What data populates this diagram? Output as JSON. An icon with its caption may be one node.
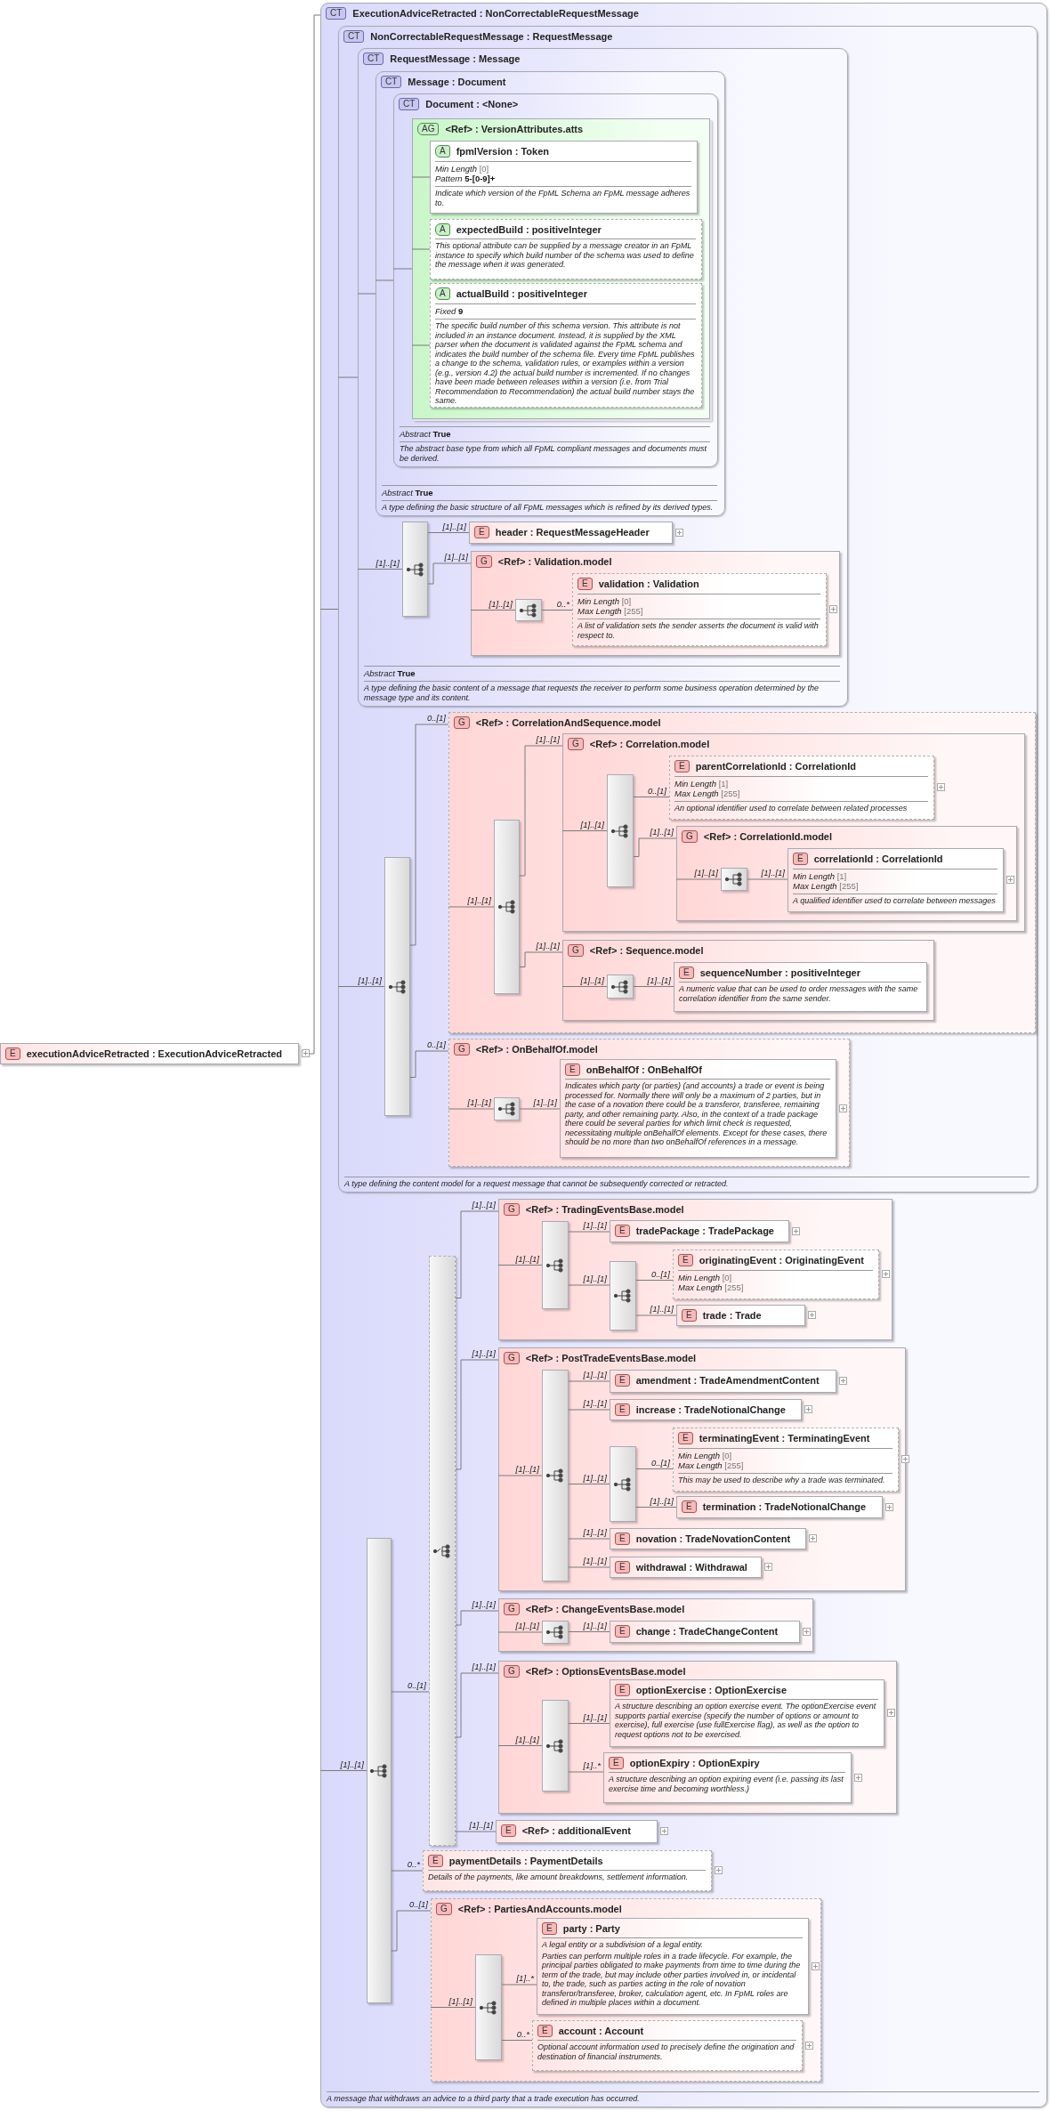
{
  "diagram": {
    "nodes": [
      {
        "text": [
          "E",
          "executionAdviceRetracted : ExecutionAdviceRetracted"
        ]
      },
      {
        "text": [
          "CT",
          "ExecutionAdviceRetracted : NonCorrectableRequestMessage",
          "A message that withdraws an advice to a third party that a trade execution has occurred."
        ]
      },
      {
        "text": [
          "CT",
          "NonCorrectableRequestMessage : RequestMessage",
          "A type defining the content model for a request message that cannot be subsequently corrected or retracted."
        ],
        "in": 1
      },
      {
        "text": [
          "CT",
          "RequestMessage : Message",
          "*Abstract* **True**",
          "A type defining the basic content of a message that requests the receiver to perform some business operation determined by the message type and its content."
        ],
        "in": 2
      },
      {
        "text": [
          "CT",
          "Message : Document",
          "*Abstract* **True**",
          "A type defining the basic structure of all FpML messages which is refined by its derived types."
        ],
        "in": 3
      },
      {
        "text": [
          "CT",
          "Document : <None>",
          "*Abstract* **True**",
          "The abstract base type from which all FpML compliant messages and documents must be derived."
        ],
        "in": 4
      },
      {
        "text": [
          "AG",
          "<Ref> : VersionAttributes.atts"
        ],
        "in": 5
      },
      {
        "text": [
          "A",
          "fpmlVersion : Token",
          "*Min Length* [0]",
          "*Pattern* **5-[0-9]+**",
          "Indicate which version of the FpML Schema an FpML message adheres to."
        ],
        "in": 6
      },
      {
        "text": [
          "A",
          "expectedBuild : positiveInteger",
          "This optional attribute can be supplied by a message creator in an FpML instance to specify which build number of the schema was used to define the message when it was generated."
        ],
        "in": 6
      },
      {
        "text": [
          "A",
          "actualBuild : positiveInteger",
          "*Fixed* **9**",
          "The specific build number of this schema version. This attribute is not included in an instance document. Instead, it is supplied by the XML parser when the document is validated against the FpML schema and indicates the build number of the schema file. Every time FpML publishes a change to the schema, validation rules, or examples within a version (e.g., version 4.2) the actual build number is incremented. If no changes have been made between releases within a version (i.e. from Trial Recommendation to Recommendation) the actual build number stays the same."
        ],
        "in": 6
      },
      {
        "text": [],
        "shape": "box",
        "in": 3
      },
      {
        "text": [
          "E",
          "header : RequestMessageHeader"
        ],
        "in": 3
      },
      {
        "text": [
          "G",
          "<Ref> : Validation.model"
        ],
        "in": 3
      },
      {
        "text": [],
        "shape": "box",
        "in": 12
      },
      {
        "text": [
          "E",
          "validation : Validation",
          "*Min Length* [0]",
          "*Max Length* [255]",
          "A list of validation sets the sender asserts the document is valid with respect to."
        ],
        "in": 12
      },
      {
        "text": [],
        "shape": "box",
        "in": 2
      },
      {
        "text": [
          "G",
          "<Ref> : CorrelationAndSequence.model"
        ],
        "in": 2
      },
      {
        "text": [],
        "shape": "box",
        "in": 16
      },
      {
        "text": [
          "G",
          "<Ref> : Correlation.model"
        ],
        "in": 16
      },
      {
        "text": [],
        "shape": "box",
        "in": 18
      },
      {
        "text": [
          "E",
          "parentCorrelationId : CorrelationId",
          "*Min Length* [1]",
          "*Max Length* [255]",
          "An optional identifier used to correlate between related processes"
        ],
        "in": 18
      },
      {
        "text": [
          "G",
          "<Ref> : CorrelationId.model"
        ],
        "in": 18
      },
      {
        "text": [],
        "shape": "box",
        "in": 21
      },
      {
        "text": [
          "E",
          "correlationId : CorrelationId",
          "*Min Length* [1]",
          "*Max Length* [255]",
          "A qualified identifier used to correlate between messages"
        ],
        "in": 21
      },
      {
        "text": [
          "G",
          "<Ref> : Sequence.model"
        ],
        "in": 16
      },
      {
        "text": [],
        "shape": "box",
        "in": 24
      },
      {
        "text": [
          "E",
          "sequenceNumber : positiveInteger",
          "A numeric value that can be used to order messages with the same correlation identifier from the same sender."
        ],
        "in": 24
      },
      {
        "text": [
          "G",
          "<Ref> : OnBehalfOf.model"
        ],
        "in": 2
      },
      {
        "text": [],
        "shape": "box",
        "in": 27
      },
      {
        "text": [
          "E",
          "onBehalfOf : OnBehalfOf",
          "Indicates which party (or parties) (and accounts) a trade or event is being processed for. Normally there will only be a maximum of 2 parties, but in the case of a novation there could be a transferor, transferee, remaining party, and other remaining party. Also, in the context of a trade package there could be several parties for which limit check is requested, necessitating multiple onBehalfOf elements. Except for these cases, there should be no more than two onBehalfOf references in a message."
        ],
        "in": 27
      },
      {
        "text": [],
        "shape": "box",
        "in": 1
      },
      {
        "text": [],
        "shape": "box",
        "in": 1
      },
      {
        "text": [
          "G",
          "<Ref> : TradingEventsBase.model"
        ],
        "in": 1
      },
      {
        "text": [],
        "shape": "box",
        "in": 32
      },
      {
        "text": [
          "E",
          "tradePackage : TradePackage"
        ],
        "in": 32
      },
      {
        "text": [],
        "shape": "box",
        "in": 32
      },
      {
        "text": [
          "E",
          "originatingEvent : OriginatingEvent",
          "*Min Length* [0]",
          "*Max Length* [255]"
        ],
        "in": 32
      },
      {
        "text": [
          "E",
          "trade : Trade"
        ],
        "in": 32
      },
      {
        "text": [
          "G",
          "<Ref> : PostTradeEventsBase.model"
        ],
        "in": 1
      },
      {
        "text": [],
        "shape": "box",
        "in": 38
      },
      {
        "text": [
          "E",
          "amendment : TradeAmendmentContent"
        ],
        "in": 38
      },
      {
        "text": [
          "E",
          "increase : TradeNotionalChange"
        ],
        "in": 38
      },
      {
        "text": [],
        "shape": "box",
        "in": 38
      },
      {
        "text": [
          "E",
          "terminatingEvent : TerminatingEvent",
          "*Min Length* [0]",
          "*Max Length* [255]",
          "This may be used to describe why a trade was terminated."
        ],
        "in": 38
      },
      {
        "text": [
          "E",
          "termination : TradeNotionalChange"
        ],
        "in": 38
      },
      {
        "text": [
          "E",
          "novation : TradeNovationContent"
        ],
        "in": 38
      },
      {
        "text": [
          "E",
          "withdrawal : Withdrawal"
        ],
        "in": 38
      },
      {
        "text": [
          "G",
          "<Ref> : ChangeEventsBase.model"
        ],
        "in": 1
      },
      {
        "text": [],
        "shape": "box",
        "in": 47
      },
      {
        "text": [
          "E",
          "change : TradeChangeContent"
        ],
        "in": 47
      },
      {
        "text": [
          "G",
          "<Ref> : OptionsEventsBase.model"
        ],
        "in": 1
      },
      {
        "text": [],
        "shape": "box",
        "in": 50
      },
      {
        "text": [
          "E",
          "optionExercise : OptionExercise",
          "A structure describing an option exercise event. The optionExercise event supports partial exercise (specify the number of options or amount to exercise), full exercise (use fullExercise flag), as well as the option to request options not to be exercised."
        ],
        "in": 50
      },
      {
        "text": [
          "E",
          "optionExpiry : OptionExpiry",
          "A structure describing an option expiring event (i.e. passing its last exercise time and becoming worthless.)"
        ],
        "in": 50
      },
      {
        "text": [
          "E",
          "<Ref> : additionalEvent"
        ],
        "in": 1
      },
      {
        "text": [
          "E",
          "paymentDetails : PaymentDetails",
          "Details of the payments, like amount breakdowns, settlement information."
        ],
        "in": 1
      },
      {
        "text": [
          "G",
          "<Ref> : PartiesAndAccounts.model"
        ],
        "in": 1
      },
      {
        "text": [],
        "shape": "box",
        "in": 56
      },
      {
        "text": [
          "E",
          "party : Party",
          "A legal entity or a subdivision of a legal entity.",
          "Parties can perform multiple roles in a trade lifecycle. For example, the principal parties obligated to make payments from time to time during the term of the trade, but may include other parties involved in, or incidental to, the trade, such as parties acting in the role of novation transferor/transferee, broker, calculation agent, etc. In FpML roles are defined in multiple places within a document."
        ],
        "in": 56
      },
      {
        "text": [
          "E",
          "account : Account",
          "Optional account information used to precisely define the origination and destination of financial instruments."
        ],
        "in": 56
      }
    ],
    "edges": [
      {
        "from": 0,
        "to": 1,
        "arrow": "none"
      },
      {
        "from": 1,
        "to": 2,
        "arrow": "none"
      },
      {
        "from": 2,
        "to": 3,
        "arrow": "none"
      },
      {
        "from": 3,
        "to": 4,
        "arrow": "none"
      },
      {
        "from": 4,
        "to": 5,
        "arrow": "none"
      },
      {
        "from": 5,
        "to": 6,
        "arrow": "none"
      },
      {
        "from": 6,
        "to": 7,
        "arrow": "none"
      },
      {
        "from": 6,
        "to": 8,
        "arrow": "none"
      },
      {
        "from": 6,
        "to": 9,
        "arrow": "none"
      },
      {
        "from": 3,
        "to": 10,
        "arrow": "none",
        "label": "[1]..[1]"
      },
      {
        "from": 10,
        "to": 11,
        "arrow": "none",
        "label": "[1]..[1]"
      },
      {
        "from": 10,
        "to": 12,
        "arrow": "none",
        "label": "[1]..[1]"
      },
      {
        "from": 12,
        "to": 13,
        "arrow": "none",
        "label": "[1]..[1]"
      },
      {
        "from": 13,
        "to": 14,
        "arrow": "none",
        "label": "0..*"
      },
      {
        "from": 2,
        "to": 15,
        "arrow": "none",
        "label": "[1]..[1]"
      },
      {
        "from": 15,
        "to": 16,
        "arrow": "none",
        "label": "0..[1]"
      },
      {
        "from": 16,
        "to": 17,
        "arrow": "none",
        "label": "[1]..[1]"
      },
      {
        "from": 17,
        "to": 18,
        "arrow": "none",
        "label": "[1]..[1]"
      },
      {
        "from": 18,
        "to": 19,
        "arrow": "none",
        "label": "[1]..[1]"
      },
      {
        "from": 19,
        "to": 20,
        "arrow": "none",
        "label": "0..[1]"
      },
      {
        "from": 19,
        "to": 21,
        "arrow": "none",
        "label": "[1]..[1]"
      },
      {
        "from": 21,
        "to": 22,
        "arrow": "none",
        "label": "[1]..[1]"
      },
      {
        "from": 22,
        "to": 23,
        "arrow": "none",
        "label": "[1]..[1]"
      },
      {
        "from": 17,
        "to": 24,
        "arrow": "none",
        "label": "[1]..[1]"
      },
      {
        "from": 24,
        "to": 25,
        "arrow": "none",
        "label": "[1]..[1]"
      },
      {
        "from": 25,
        "to": 26,
        "arrow": "none",
        "label": "[1]..[1]"
      },
      {
        "from": 15,
        "to": 27,
        "arrow": "none",
        "label": "0..[1]"
      },
      {
        "from": 27,
        "to": 28,
        "arrow": "none",
        "label": "[1]..[1]"
      },
      {
        "from": 28,
        "to": 29,
        "arrow": "none",
        "label": "[1]..[1]"
      },
      {
        "from": 1,
        "to": 30,
        "arrow": "none",
        "label": "[1]..[1]"
      },
      {
        "from": 30,
        "to": 31,
        "arrow": "none",
        "label": "0..[1]"
      },
      {
        "from": 31,
        "to": 32,
        "arrow": "none",
        "label": "[1]..[1]"
      },
      {
        "from": 32,
        "to": 33,
        "arrow": "none",
        "label": "[1]..[1]"
      },
      {
        "from": 33,
        "to": 34,
        "arrow": "none",
        "label": "[1]..[1]"
      },
      {
        "from": 33,
        "to": 35,
        "arrow": "none",
        "label": "[1]..[1]"
      },
      {
        "from": 35,
        "to": 36,
        "arrow": "none",
        "label": "0..[1]"
      },
      {
        "from": 35,
        "to": 37,
        "arrow": "none",
        "label": "[1]..[1]"
      },
      {
        "from": 31,
        "to": 38,
        "arrow": "none",
        "label": "[1]..[1]"
      },
      {
        "from": 38,
        "to": 39,
        "arrow": "none",
        "label": "[1]..[1]"
      },
      {
        "from": 39,
        "to": 40,
        "arrow": "none",
        "label": "[1]..[1]"
      },
      {
        "from": 39,
        "to": 41,
        "arrow": "none",
        "label": "[1]..[1]"
      },
      {
        "from": 39,
        "to": 42,
        "arrow": "none",
        "label": "[1]..[1]"
      },
      {
        "from": 42,
        "to": 43,
        "arrow": "none",
        "label": "0..[1]"
      },
      {
        "from": 42,
        "to": 44,
        "arrow": "none",
        "label": "[1]..[1]"
      },
      {
        "from": 39,
        "to": 45,
        "arrow": "none",
        "label": "[1]..[1]"
      },
      {
        "from": 39,
        "to": 46,
        "arrow": "none",
        "label": "[1]..[1]"
      },
      {
        "from": 31,
        "to": 47,
        "arrow": "none",
        "label": "[1]..[1]"
      },
      {
        "from": 47,
        "to": 48,
        "arrow": "none",
        "label": "[1]..[1]"
      },
      {
        "from": 48,
        "to": 49,
        "arrow": "none",
        "label": "[1]..[1]"
      },
      {
        "from": 31,
        "to": 50,
        "arrow": "none",
        "label": "[1]..[1]"
      },
      {
        "from": 50,
        "to": 51,
        "arrow": "none",
        "label": "[1]..[1]"
      },
      {
        "from": 51,
        "to": 52,
        "arrow": "none",
        "label": "[1]..[1]"
      },
      {
        "from": 51,
        "to": 53,
        "arrow": "none",
        "label": "[1]..*"
      },
      {
        "from": 31,
        "to": 54,
        "arrow": "none",
        "label": "[1]..[1]"
      },
      {
        "from": 30,
        "to": 55,
        "arrow": "none",
        "label": "0..*"
      },
      {
        "from": 30,
        "to": 56,
        "arrow": "none",
        "label": "0..[1]"
      },
      {
        "from": 56,
        "to": 57,
        "arrow": "none",
        "label": "[1]..[1]"
      },
      {
        "from": 57,
        "to": 58,
        "arrow": "none",
        "label": "[1]..*"
      },
      {
        "from": 57,
        "to": 59,
        "arrow": "none",
        "label": "0..*"
      }
    ]
  }
}
